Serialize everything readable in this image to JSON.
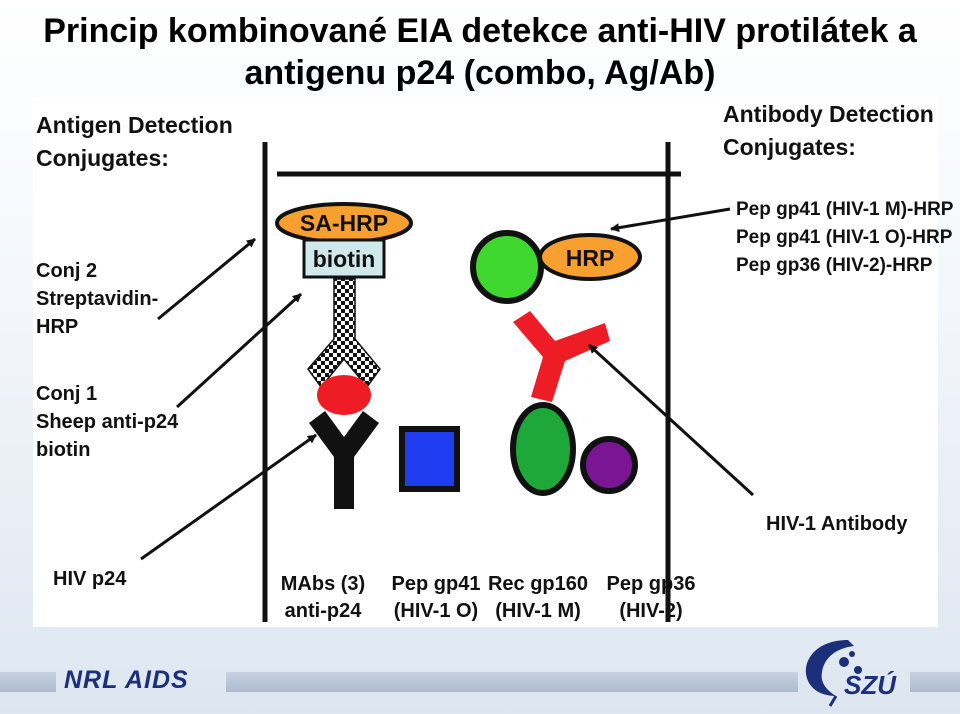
{
  "title": {
    "line1": "Princip kombinované EIA detekce anti-HIV protilátek a",
    "line2": "antigenu p24 (combo, Ag/Ab)"
  },
  "diagram": {
    "antigen_header": [
      "Antigen Detection",
      "Conjugates:"
    ],
    "antibody_header": [
      "Antibody Detection",
      "Conjugates:"
    ],
    "conj2": [
      "Conj 2",
      "Streptavidin-",
      "HRP"
    ],
    "conj1": [
      "Conj 1",
      "Sheep anti-p24",
      "biotin"
    ],
    "hiv_p24": "HIV p24",
    "antibody_conjugates": [
      "Pep gp41 (HIV-1 M)-HRP",
      "Pep gp41 (HIV-1 O)-HRP",
      "Pep gp36 (HIV-2)-HRP"
    ],
    "hiv1_antibody": "HIV-1 Antibody",
    "sa_hrp": "SA-HRP",
    "biotin": "biotin",
    "hrp": "HRP",
    "bottom_labels": [
      [
        "MAbs (3)",
        "anti-p24"
      ],
      [
        "Pep gp41",
        "(HIV-1 O)"
      ],
      [
        "Rec gp160",
        "(HIV-1 M)"
      ],
      [
        "Pep gp36",
        "(HIV-2)"
      ]
    ],
    "colors": {
      "orange": "#f7a030",
      "biotin_box": "#cfe8ea",
      "red": "#ee1c24",
      "green": "#3ed82e",
      "dark_green": "#1fa83a",
      "blue": "#1f3cf0",
      "purple": "#7a1594",
      "arrow": "#111111"
    }
  },
  "footer": {
    "left_logo": "NRL AIDS",
    "right_logo": "SZÚ"
  }
}
